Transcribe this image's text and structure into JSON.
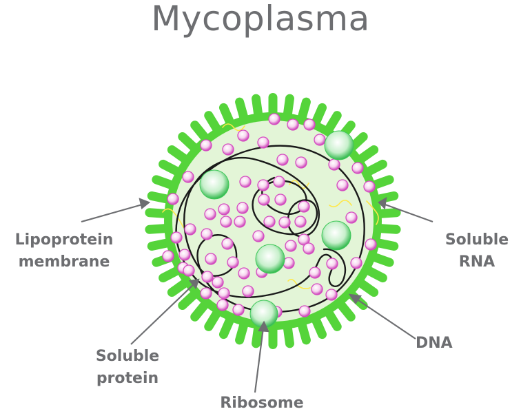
{
  "title": "Mycoplasma",
  "labels": {
    "lipoprotein_membrane": [
      "Lipoprotein",
      "membrane"
    ],
    "soluble_rna": [
      "Soluble",
      "RNA"
    ],
    "soluble_protein": [
      "Soluble",
      "protein"
    ],
    "ribosome": "Ribosome",
    "dna": "DNA"
  },
  "colors": {
    "membrane": "#55d43a",
    "cytoplasm": "#e3f5d7",
    "protein": "#d44bc0",
    "ribosome": "#3fc85a",
    "rna": "#ffe84a",
    "dna": "#1a1a1a",
    "label_text": "#6d6e71"
  }
}
